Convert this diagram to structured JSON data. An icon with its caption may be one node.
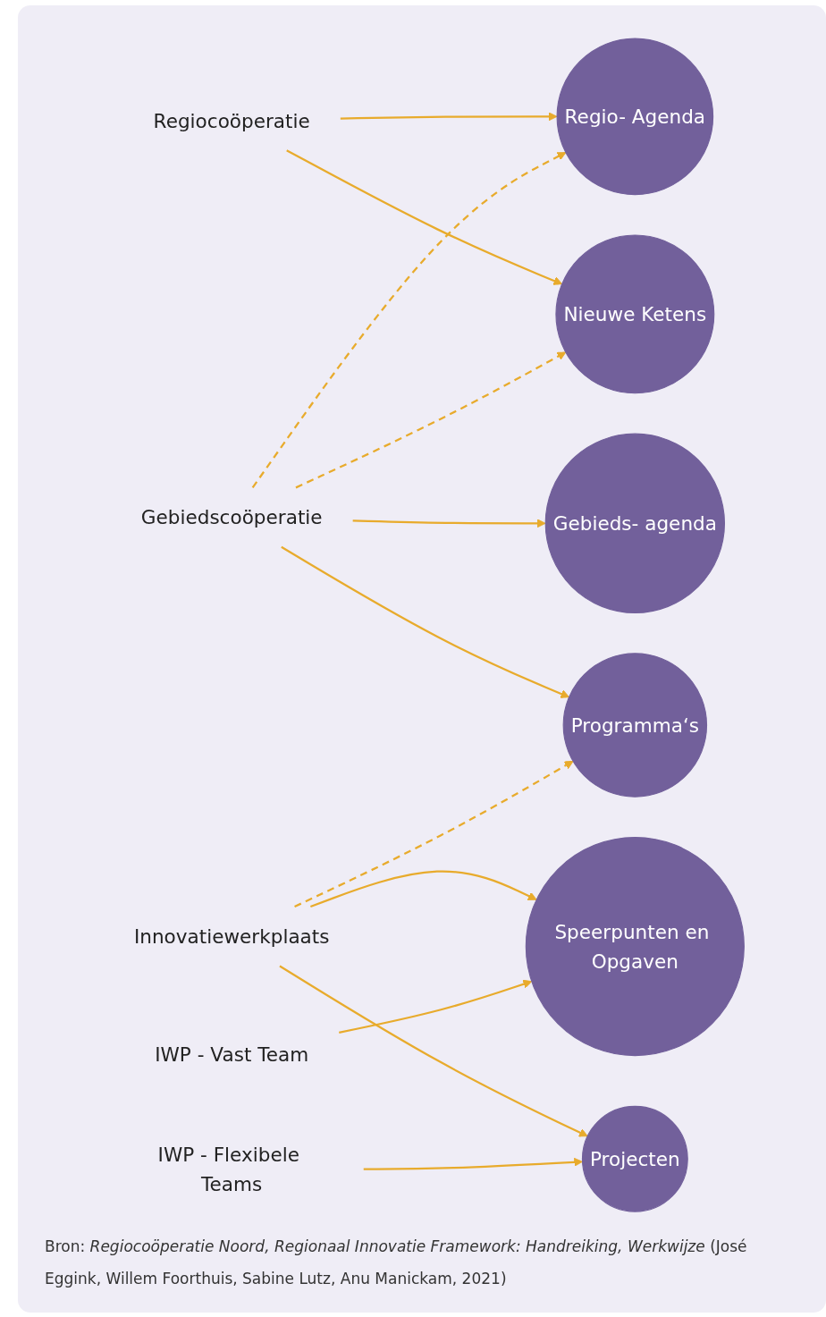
{
  "diagram": {
    "nodes": [
      {
        "text": [
          "Regio- Agenda"
        ]
      },
      {
        "text": [
          "Nieuwe Ketens"
        ]
      },
      {
        "text": [
          "Gebieds- agenda"
        ]
      },
      {
        "text": [
          "Programma‘s"
        ]
      },
      {
        "text": [
          "Speerpunten en Opgaven"
        ]
      },
      {
        "text": [
          "Projecten"
        ]
      },
      {
        "text": [
          "Regiocoöperatie"
        ]
      },
      {
        "text": [
          "Gebiedscoöperatie"
        ]
      },
      {
        "text": [
          "Innovatiewerkplaats"
        ]
      },
      {
        "text": [
          "IWP - Vast Team"
        ]
      },
      {
        "text": [
          "IWP - Flexibele Teams"
        ]
      }
    ],
    "edges": [
      {
        "from": 6,
        "to": 0,
        "arrow": "to"
      },
      {
        "from": 6,
        "to": 1,
        "arrow": "to"
      },
      {
        "from": 7,
        "to": 0,
        "arrow": "to",
        "style": "dashed"
      },
      {
        "from": 7,
        "to": 1,
        "arrow": "to",
        "style": "dashed"
      },
      {
        "from": 7,
        "to": 2,
        "arrow": "to"
      },
      {
        "from": 7,
        "to": 3,
        "arrow": "to"
      },
      {
        "from": 8,
        "to": 3,
        "arrow": "to",
        "style": "dashed"
      },
      {
        "from": 8,
        "to": 4,
        "arrow": "to"
      },
      {
        "from": 8,
        "to": 5,
        "arrow": "to"
      },
      {
        "from": 9,
        "to": 4,
        "arrow": "to"
      },
      {
        "from": 10,
        "to": 5,
        "arrow": "to"
      }
    ],
    "caption": "Bron: *Regiocoöperatie Noord, Regionaal Innovatie Framework: Handreiking, Werkwijze* (José Eggink, Willem Foorthuis, Sabine Lutz, Anu Manickam, 2021)"
  }
}
